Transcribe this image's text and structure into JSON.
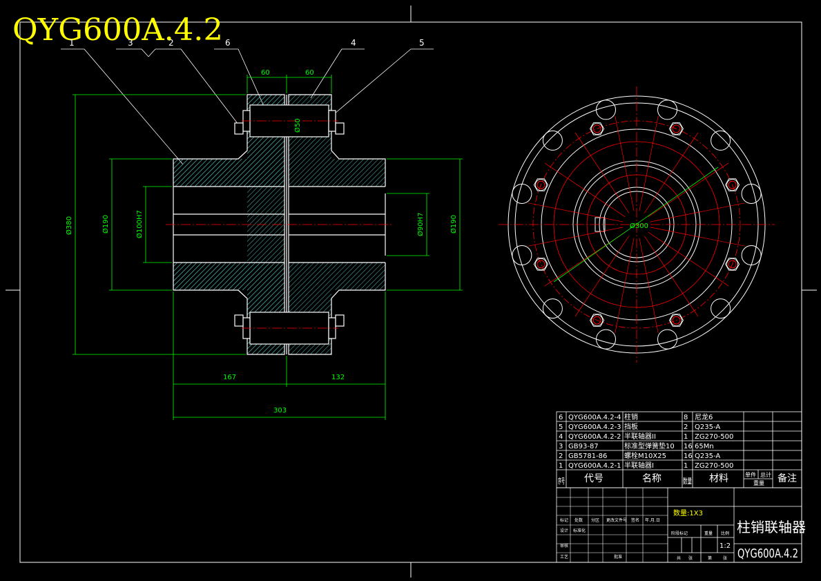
{
  "title": "QYG600A.4.2",
  "balloons": [
    "1",
    "3",
    "2",
    "6",
    "4",
    "5"
  ],
  "dims": {
    "left_width": "60",
    "right_width": "60",
    "outer_dia": "Ø380",
    "hub_dia_left": "Ø190",
    "bore_left": "Ø100H7",
    "bore_right": "Ø90H7",
    "hub_dia_right": "Ø190",
    "pin_dia": "Ø50",
    "len_left": "167",
    "len_right": "132",
    "len_total": "303",
    "pcd": "Ø300"
  },
  "bom": [
    {
      "no": "6",
      "code": "QYG600A.4.2-4",
      "name": "柱销",
      "qty": "8",
      "material": "尼龙6",
      "note": ""
    },
    {
      "no": "5",
      "code": "QYG600A.4.2-3",
      "name": "挡板",
      "qty": "2",
      "material": "Q235-A",
      "note": ""
    },
    {
      "no": "4",
      "code": "QYG600A.4.2-2",
      "name": "半联轴器II",
      "qty": "1",
      "material": "ZG270-500",
      "note": ""
    },
    {
      "no": "3",
      "code": "GB93-87",
      "name": "标准型弹簧垫10",
      "qty": "16",
      "material": "65Mn",
      "note": ""
    },
    {
      "no": "2",
      "code": "GB5781-86",
      "name": "螺栓M10X25",
      "qty": "16",
      "material": "Q235-A",
      "note": ""
    },
    {
      "no": "1",
      "code": "QYG600A.4.2-1",
      "name": "半联轴器I",
      "qty": "1",
      "material": "ZG270-500",
      "note": ""
    }
  ],
  "bom_header": {
    "no": "序号",
    "code": "代号",
    "name": "名称",
    "qty": "数量",
    "material": "材料",
    "single": "单件",
    "total": "总计",
    "weight": "重量",
    "note": "备注"
  },
  "title_block": {
    "quantity": "数量:1X3",
    "drawing_name": "柱销联轴器",
    "drawing_no": "QYG600A.4.2",
    "scale": "1:2",
    "labels": [
      "标记",
      "处数",
      "分区",
      "更改文件号",
      "签名",
      "年.月.日",
      "设计",
      "标准化",
      "阶段标记",
      "重量",
      "比例",
      "审核",
      "工艺",
      "批准",
      "共",
      "张",
      "第",
      "张"
    ]
  },
  "colors": {
    "line": "#ffffff",
    "dim": "#00ff00",
    "center": "#ff0000",
    "title": "#ffff00",
    "hatch": "#4aa3a3"
  }
}
